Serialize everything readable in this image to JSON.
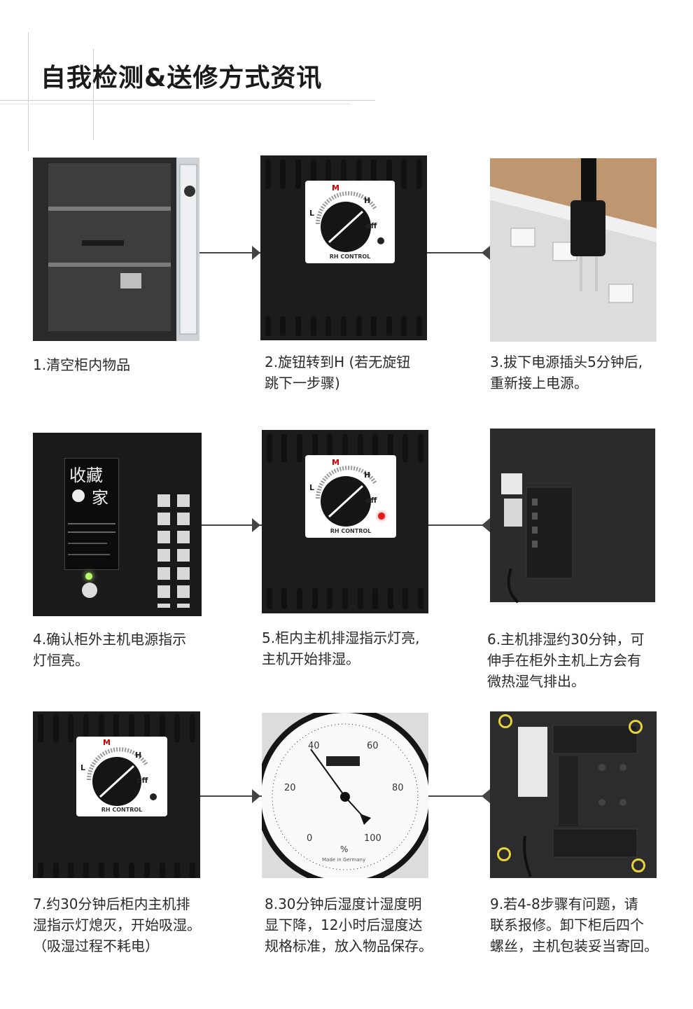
{
  "title": "自我检测&送修方式资讯",
  "dial": {
    "label": "RH CONTROL",
    "L": "L",
    "M": "M",
    "H": "H",
    "off": "off"
  },
  "label_card": {
    "brand_top": "收藏",
    "brand_bottom": "家"
  },
  "gauge": {
    "ticks": [
      "0",
      "20",
      "40",
      "60",
      "80",
      "100"
    ],
    "unit": "%",
    "made_in": "Made in Germany"
  },
  "steps": [
    {
      "caption": "1.清空柜内物品"
    },
    {
      "caption": "2.旋钮转到H (若无旋钮\n跳下一步骤)"
    },
    {
      "caption": "3.拔下电源插头5分钟后,\n重新接上电源。"
    },
    {
      "caption": "4.确认柜外主机电源指示\n灯恒亮。"
    },
    {
      "caption": "5.柜内主机排湿指示灯亮,\n主机开始排湿。"
    },
    {
      "caption": " 6.主机排湿约30分钟，可\n伸手在柜外主机上方会有\n微热湿气排出。"
    },
    {
      "caption": "7.约30分钟后柜内主机排\n湿指示灯熄灭，开始吸湿。\n（吸湿过程不耗电）"
    },
    {
      "caption": "8.30分钟后湿度计湿度明\n显下降，12小时后湿度达\n规格标准，放入物品保存。"
    },
    {
      "caption": "9.若4-8步骤有问题，请\n联系报修。卸下柜后四个\n螺丝，主机包装妥当寄回。"
    }
  ]
}
